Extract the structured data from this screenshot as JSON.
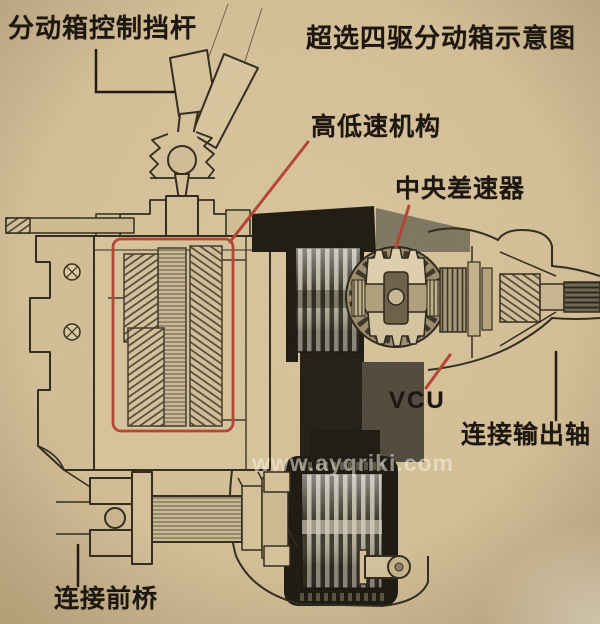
{
  "title": "超选四驱分动箱示意图",
  "annotations": {
    "control_lever": "分动箱控制挡杆",
    "high_low_mechanism": "高低速机构",
    "center_differential": "中央差速器",
    "vcu": "VCU",
    "output_shaft": "连接输出轴",
    "front_axle": "连接前桥"
  },
  "watermark": "www.ayqriki.com",
  "colors": {
    "paper": "#d8c39a",
    "ink": "#2b2417",
    "annotation_red": "#b5402e",
    "chain_black": "#16130c",
    "gear_silver": "#b7b09d"
  }
}
